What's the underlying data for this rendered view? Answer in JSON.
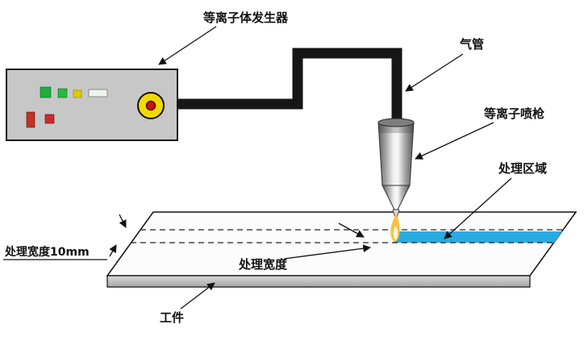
{
  "diagram": {
    "title_implied": "plasma surface treatment schematic",
    "labels": {
      "generator": "等离子体发生器",
      "air_tube": "气管",
      "plasma_gun": "等离子喷枪",
      "treatment_area": "处理区域",
      "treatment_width_10mm": "处理宽度10mm",
      "treatment_width": "处理宽度",
      "workpiece": "工件"
    },
    "colors": {
      "treatment_area": "#29abe2",
      "box_fill": "#c7c7c7",
      "cable": "#161616",
      "indicator_green_1": "#1fae3c",
      "indicator_green_2": "#27b93e",
      "indicator_yellow": "#d9cc00",
      "indicator_white": "#eef4ee",
      "indicator_red_1": "#c23227",
      "indicator_red_2": "#cc2b2b",
      "button_face": "#f2d900",
      "button_center": "#cf1111",
      "plate_top": "#fcfcfc",
      "flame_outer": "#f7c243",
      "flame_core": "#fff6d8"
    }
  }
}
